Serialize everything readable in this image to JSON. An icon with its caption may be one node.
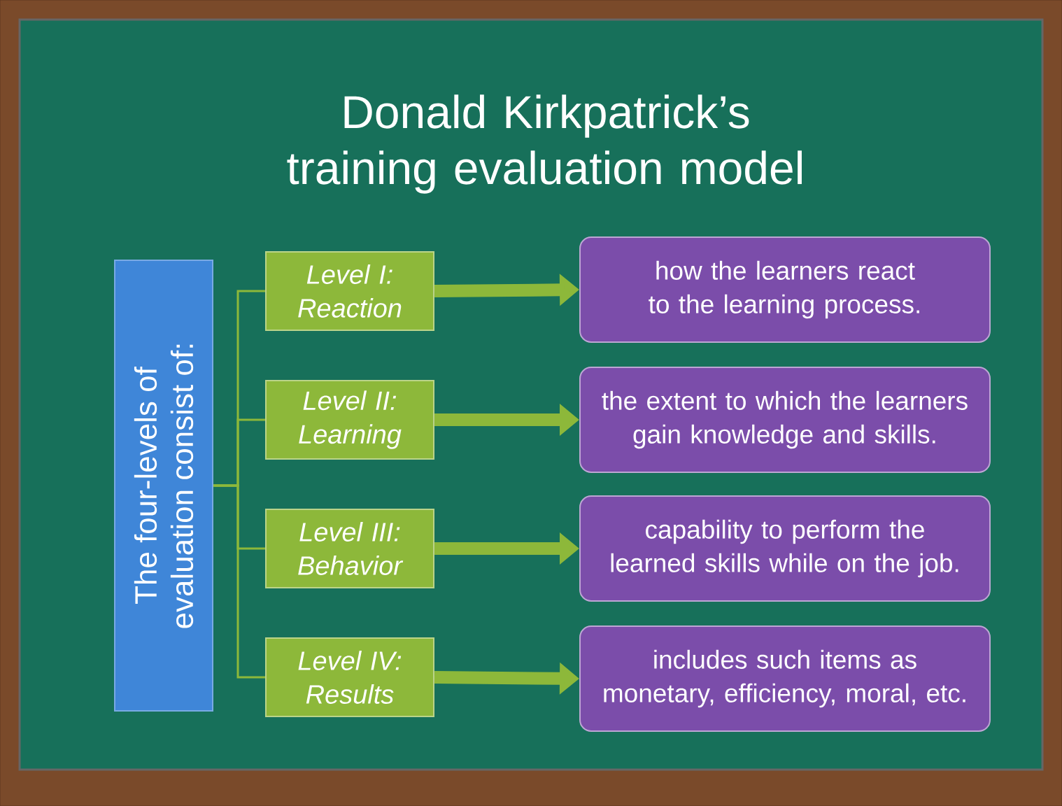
{
  "diagram": {
    "title": "Donald Kirkpatrick’s training evaluation model",
    "nodes": [
      {
        "text": [
          "The four-levels of evaluation consist of:"
        ]
      },
      {
        "text": [
          "Level I: Reaction"
        ]
      },
      {
        "text": [
          "Level II: Learning"
        ]
      },
      {
        "text": [
          "Level III: Behavior"
        ]
      },
      {
        "text": [
          "Level IV: Results"
        ]
      },
      {
        "text": [
          "how the learners react to the learning process."
        ]
      },
      {
        "text": [
          "the extent to which the learners gain knowledge and skills."
        ]
      },
      {
        "text": [
          "capability to perform the learned skills while on the job."
        ]
      },
      {
        "text": [
          "includes such items as monetary, efficiency, moral, etc."
        ]
      }
    ],
    "edges": [
      {
        "from": 0,
        "to": 1,
        "arrow": "none"
      },
      {
        "from": 0,
        "to": 2,
        "arrow": "none"
      },
      {
        "from": 0,
        "to": 3,
        "arrow": "none"
      },
      {
        "from": 0,
        "to": 4,
        "arrow": "none"
      },
      {
        "from": 1,
        "to": 5,
        "arrow": "to",
        "style": "thick"
      },
      {
        "from": 2,
        "to": 6,
        "arrow": "to",
        "style": "thick"
      },
      {
        "from": 3,
        "to": 7,
        "arrow": "to",
        "style": "thick"
      },
      {
        "from": 4,
        "to": 8,
        "arrow": "to",
        "style": "thick"
      }
    ]
  }
}
